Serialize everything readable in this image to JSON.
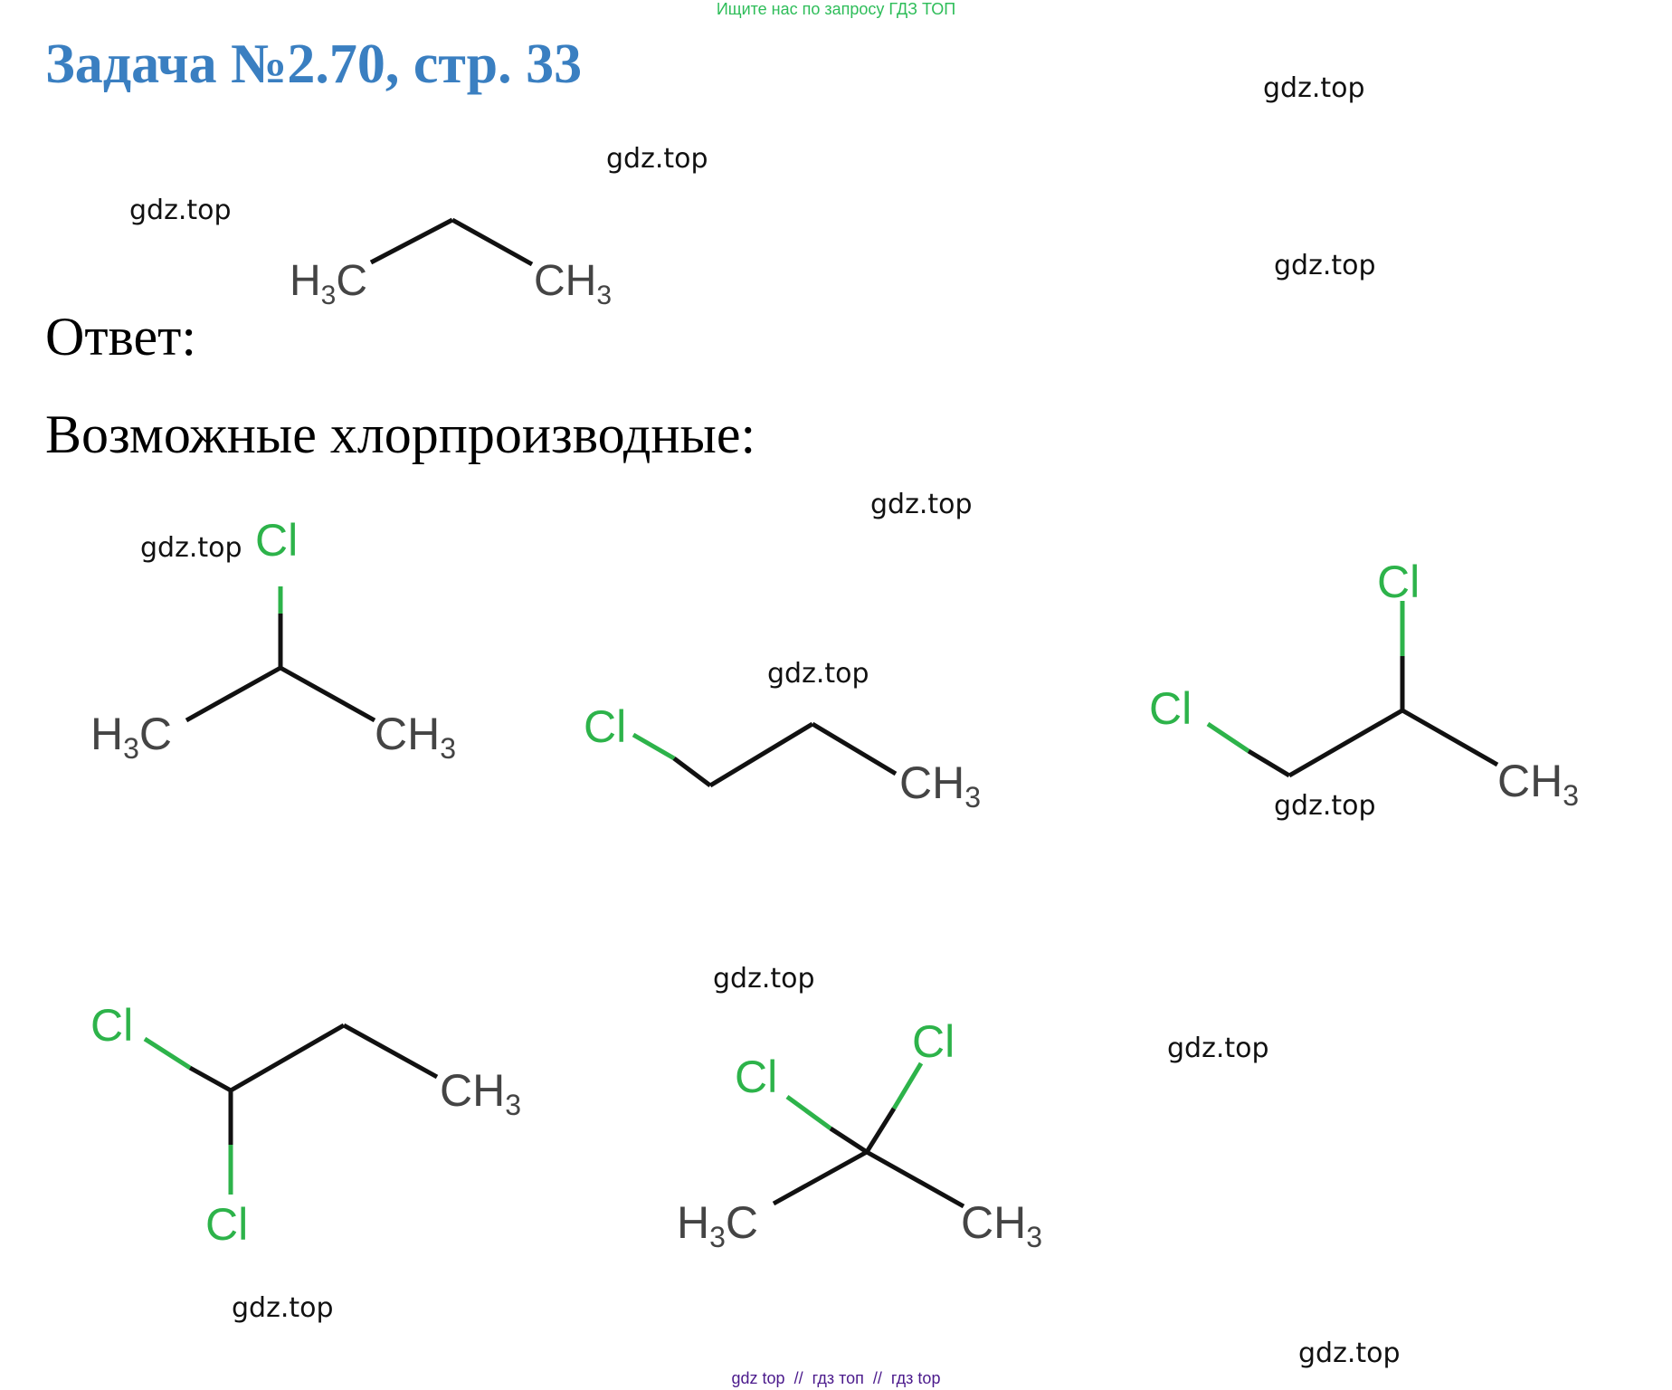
{
  "banner": "Ищите нас по запросу ГДЗ ТОП",
  "title": "Задача №2.70, стр. 33",
  "answer_label": "Ответ:",
  "subheading": "Возможные хлорпроизводные:",
  "watermark": "gdz.top",
  "footer": {
    "items": [
      "gdz top",
      "гдз топ",
      "гдз top"
    ],
    "separator": "//"
  },
  "colors": {
    "title": "#3a7fc1",
    "chlorine": "#2db34a",
    "banner": "#2ebd59",
    "footer": "#4b1a8c"
  },
  "structures": {
    "propane": {
      "h3c": "H",
      "c_h3": "C",
      "ch": "CH",
      "sub3": "3"
    },
    "cl": "Cl",
    "ch3": "CH",
    "h3c_h": "H",
    "h3c_c": "C",
    "sub3": "3"
  }
}
